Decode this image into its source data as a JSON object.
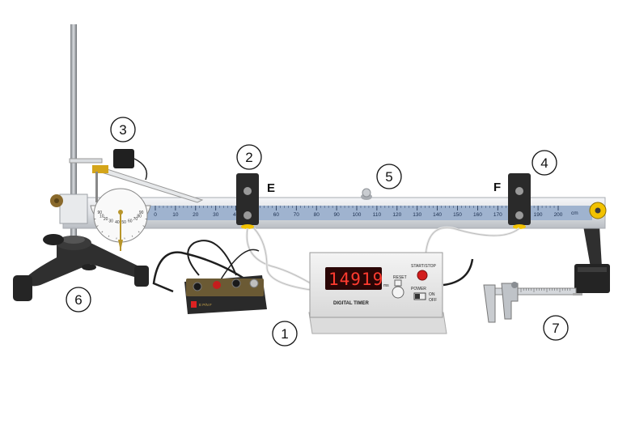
{
  "callouts": [
    "1",
    "2",
    "3",
    "4",
    "5",
    "6",
    "7"
  ],
  "point_labels": {
    "e": "E",
    "f": "F"
  },
  "scale": {
    "ticks": [
      "0",
      "10",
      "20",
      "30",
      "40",
      "50",
      "60",
      "70",
      "80",
      "90",
      "100",
      "110",
      "120",
      "130",
      "140",
      "150",
      "160",
      "170",
      "180",
      "190",
      "200"
    ],
    "unit": "cm"
  },
  "timer": {
    "display": "14919",
    "unit": "ms",
    "title": "DIGITAL TIMER",
    "reset_label": "RESET",
    "startstop_label": "START/STOP",
    "power_label": "POWER",
    "on_label": "ON",
    "off_label": "OFF"
  },
  "dial": {
    "numbers": [
      "90",
      "10",
      "20",
      "30",
      "40",
      "50",
      "60",
      "70",
      "80",
      "90"
    ]
  },
  "control_box": {
    "label": "E  P/N  F"
  },
  "colors": {
    "rail": "#dfe2e6",
    "scale_strip": "#9fb3cf",
    "clamp": "#2b2b2b",
    "stand": "#2f2f2f",
    "lcd_bg": "#2a0606",
    "lcd_text": "#ff3b2f",
    "pulley": "#f2c200"
  }
}
